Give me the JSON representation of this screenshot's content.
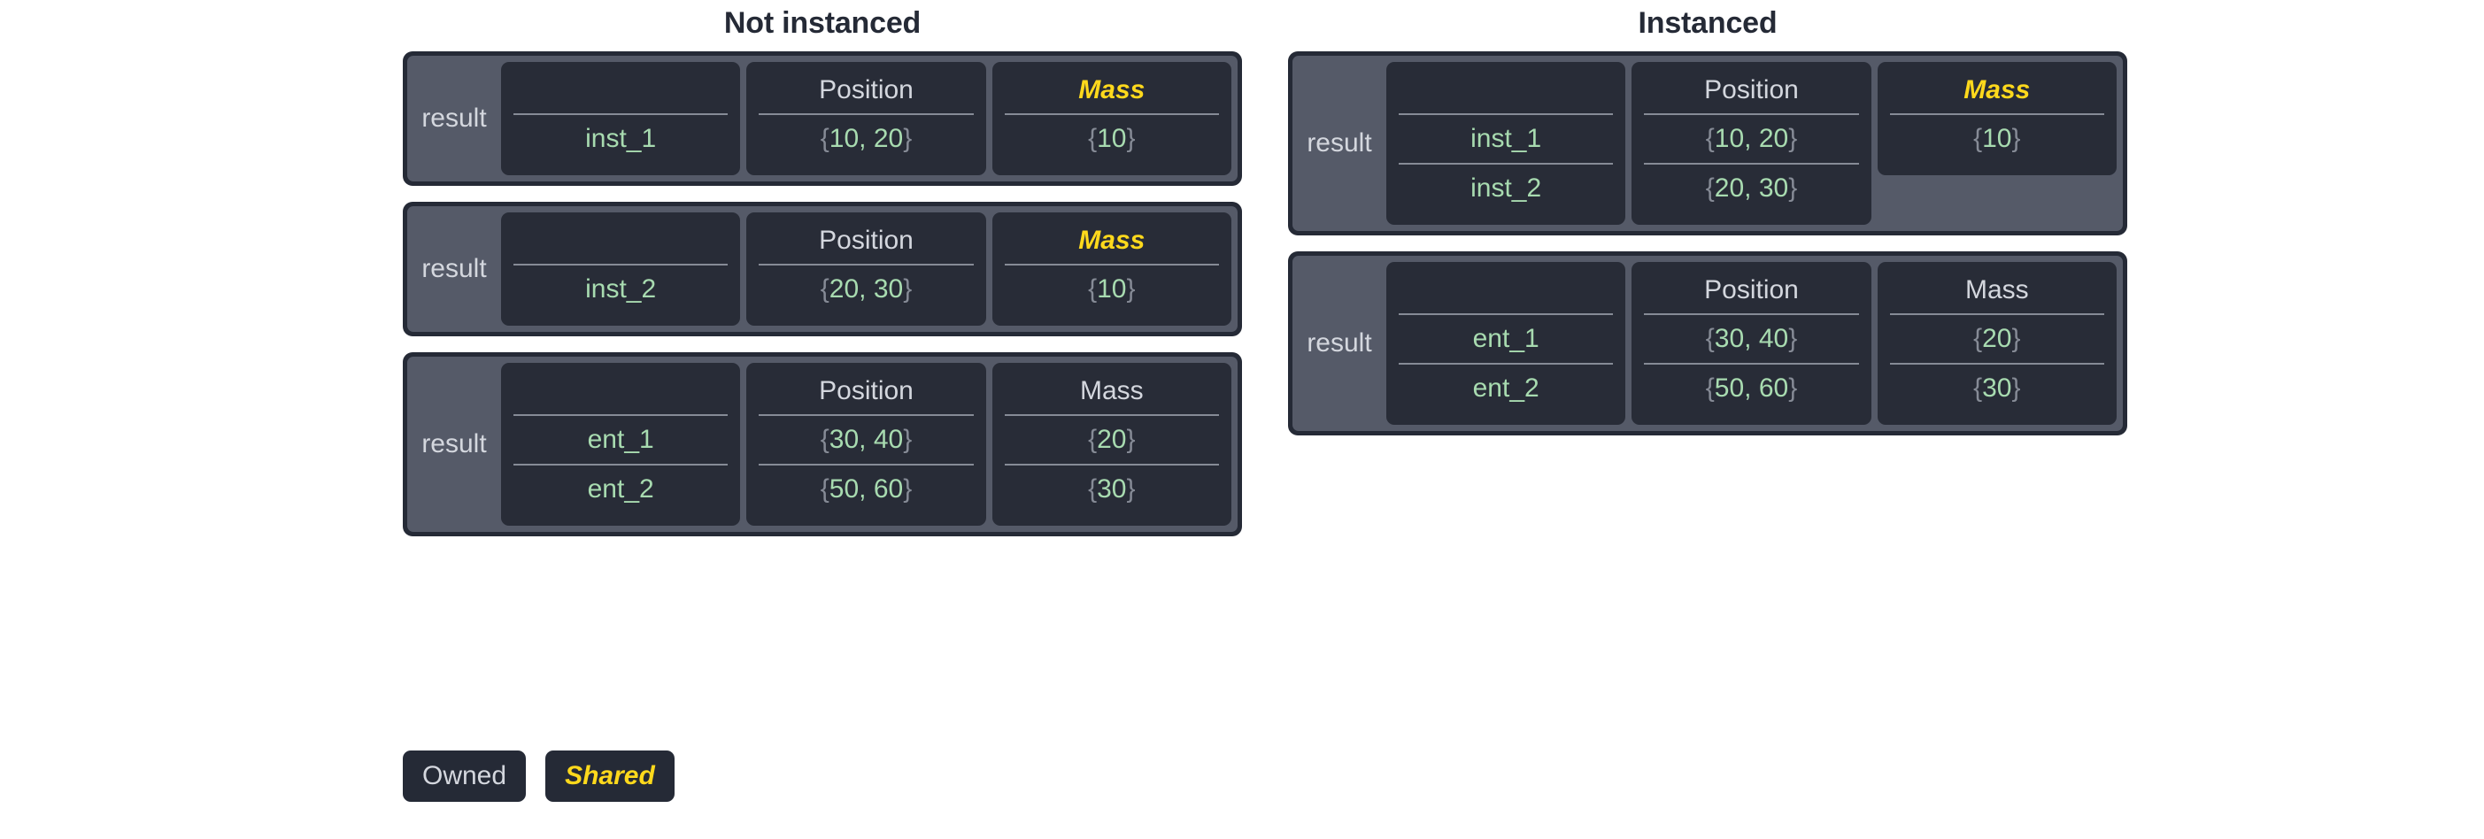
{
  "columns": [
    {
      "title": "Not instanced",
      "tables": [
        {
          "label": "result",
          "fields": [
            {
              "header": "",
              "shared": false,
              "blank": true,
              "values": [
                "inst_1"
              ]
            },
            {
              "header": "Position",
              "shared": false,
              "values": [
                "{10, 20}"
              ]
            },
            {
              "header": "Mass",
              "shared": true,
              "values": [
                "{10}"
              ]
            }
          ]
        },
        {
          "label": "result",
          "fields": [
            {
              "header": "",
              "shared": false,
              "blank": true,
              "values": [
                "inst_2"
              ]
            },
            {
              "header": "Position",
              "shared": false,
              "values": [
                "{20, 30}"
              ]
            },
            {
              "header": "Mass",
              "shared": true,
              "values": [
                "{10}"
              ]
            }
          ]
        },
        {
          "label": "result",
          "fields": [
            {
              "header": "",
              "shared": false,
              "blank": true,
              "values": [
                "ent_1",
                "ent_2"
              ]
            },
            {
              "header": "Position",
              "shared": false,
              "values": [
                "{30, 40}",
                "{50, 60}"
              ]
            },
            {
              "header": "Mass",
              "shared": false,
              "values": [
                "{20}",
                "{30}"
              ]
            }
          ]
        }
      ]
    },
    {
      "title": "Instanced",
      "tables": [
        {
          "label": "result",
          "fields": [
            {
              "header": "",
              "shared": false,
              "blank": true,
              "values": [
                "inst_1",
                "inst_2"
              ]
            },
            {
              "header": "Position",
              "shared": false,
              "values": [
                "{10, 20}",
                "{20, 30}"
              ]
            },
            {
              "header": "Mass",
              "shared": true,
              "short": true,
              "values": [
                "{10}"
              ]
            }
          ]
        },
        {
          "label": "result",
          "fields": [
            {
              "header": "",
              "shared": false,
              "blank": true,
              "values": [
                "ent_1",
                "ent_2"
              ]
            },
            {
              "header": "Position",
              "shared": false,
              "values": [
                "{30, 40}",
                "{50, 60}"
              ]
            },
            {
              "header": "Mass",
              "shared": false,
              "values": [
                "{20}",
                "{30}"
              ]
            }
          ]
        }
      ]
    }
  ],
  "legend": [
    {
      "label": "Owned",
      "shared": false
    },
    {
      "label": "Shared",
      "shared": true
    }
  ],
  "colors": {
    "page_background": "#ffffff",
    "card_border": "#252a36",
    "container_fill": "#555a68",
    "field_fill": "#282c37",
    "owned_text": "#d4d7de",
    "shared_text": "#ffd91c",
    "value_text": "#a8dbb0",
    "brace_text": "#868b96",
    "divider": "#868b96",
    "title_text": "#252a36"
  }
}
